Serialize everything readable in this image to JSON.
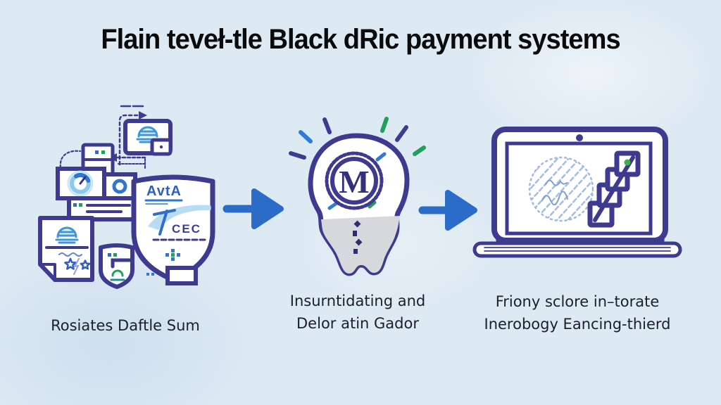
{
  "title": "Flain teveł-tle Black dRic payment systems",
  "steps": [
    {
      "id": "documents",
      "line1": "Rosiates Daftle Sum",
      "line2": ""
    },
    {
      "id": "medallion",
      "line1": "Insurntidating and",
      "line2": "Delor atin Gador"
    },
    {
      "id": "laptop",
      "line1": "Friony sclore in–torate",
      "line2": "Inerobogy Eancing-thierd"
    }
  ],
  "icons": {
    "medallion_letter": "M",
    "shield_label_top": "AvtA",
    "shield_label_mid": "CEC"
  },
  "colors": {
    "background": "#dde9f3",
    "outline_indigo": "#3d3a8f",
    "accent_blue": "#2a6cc8",
    "light_blue": "#4da0dd",
    "accent_green": "#22a05a",
    "title_text": "#0b0b0c",
    "caption_text": "#1c2026",
    "neck_gray": "#d7d8dc"
  }
}
